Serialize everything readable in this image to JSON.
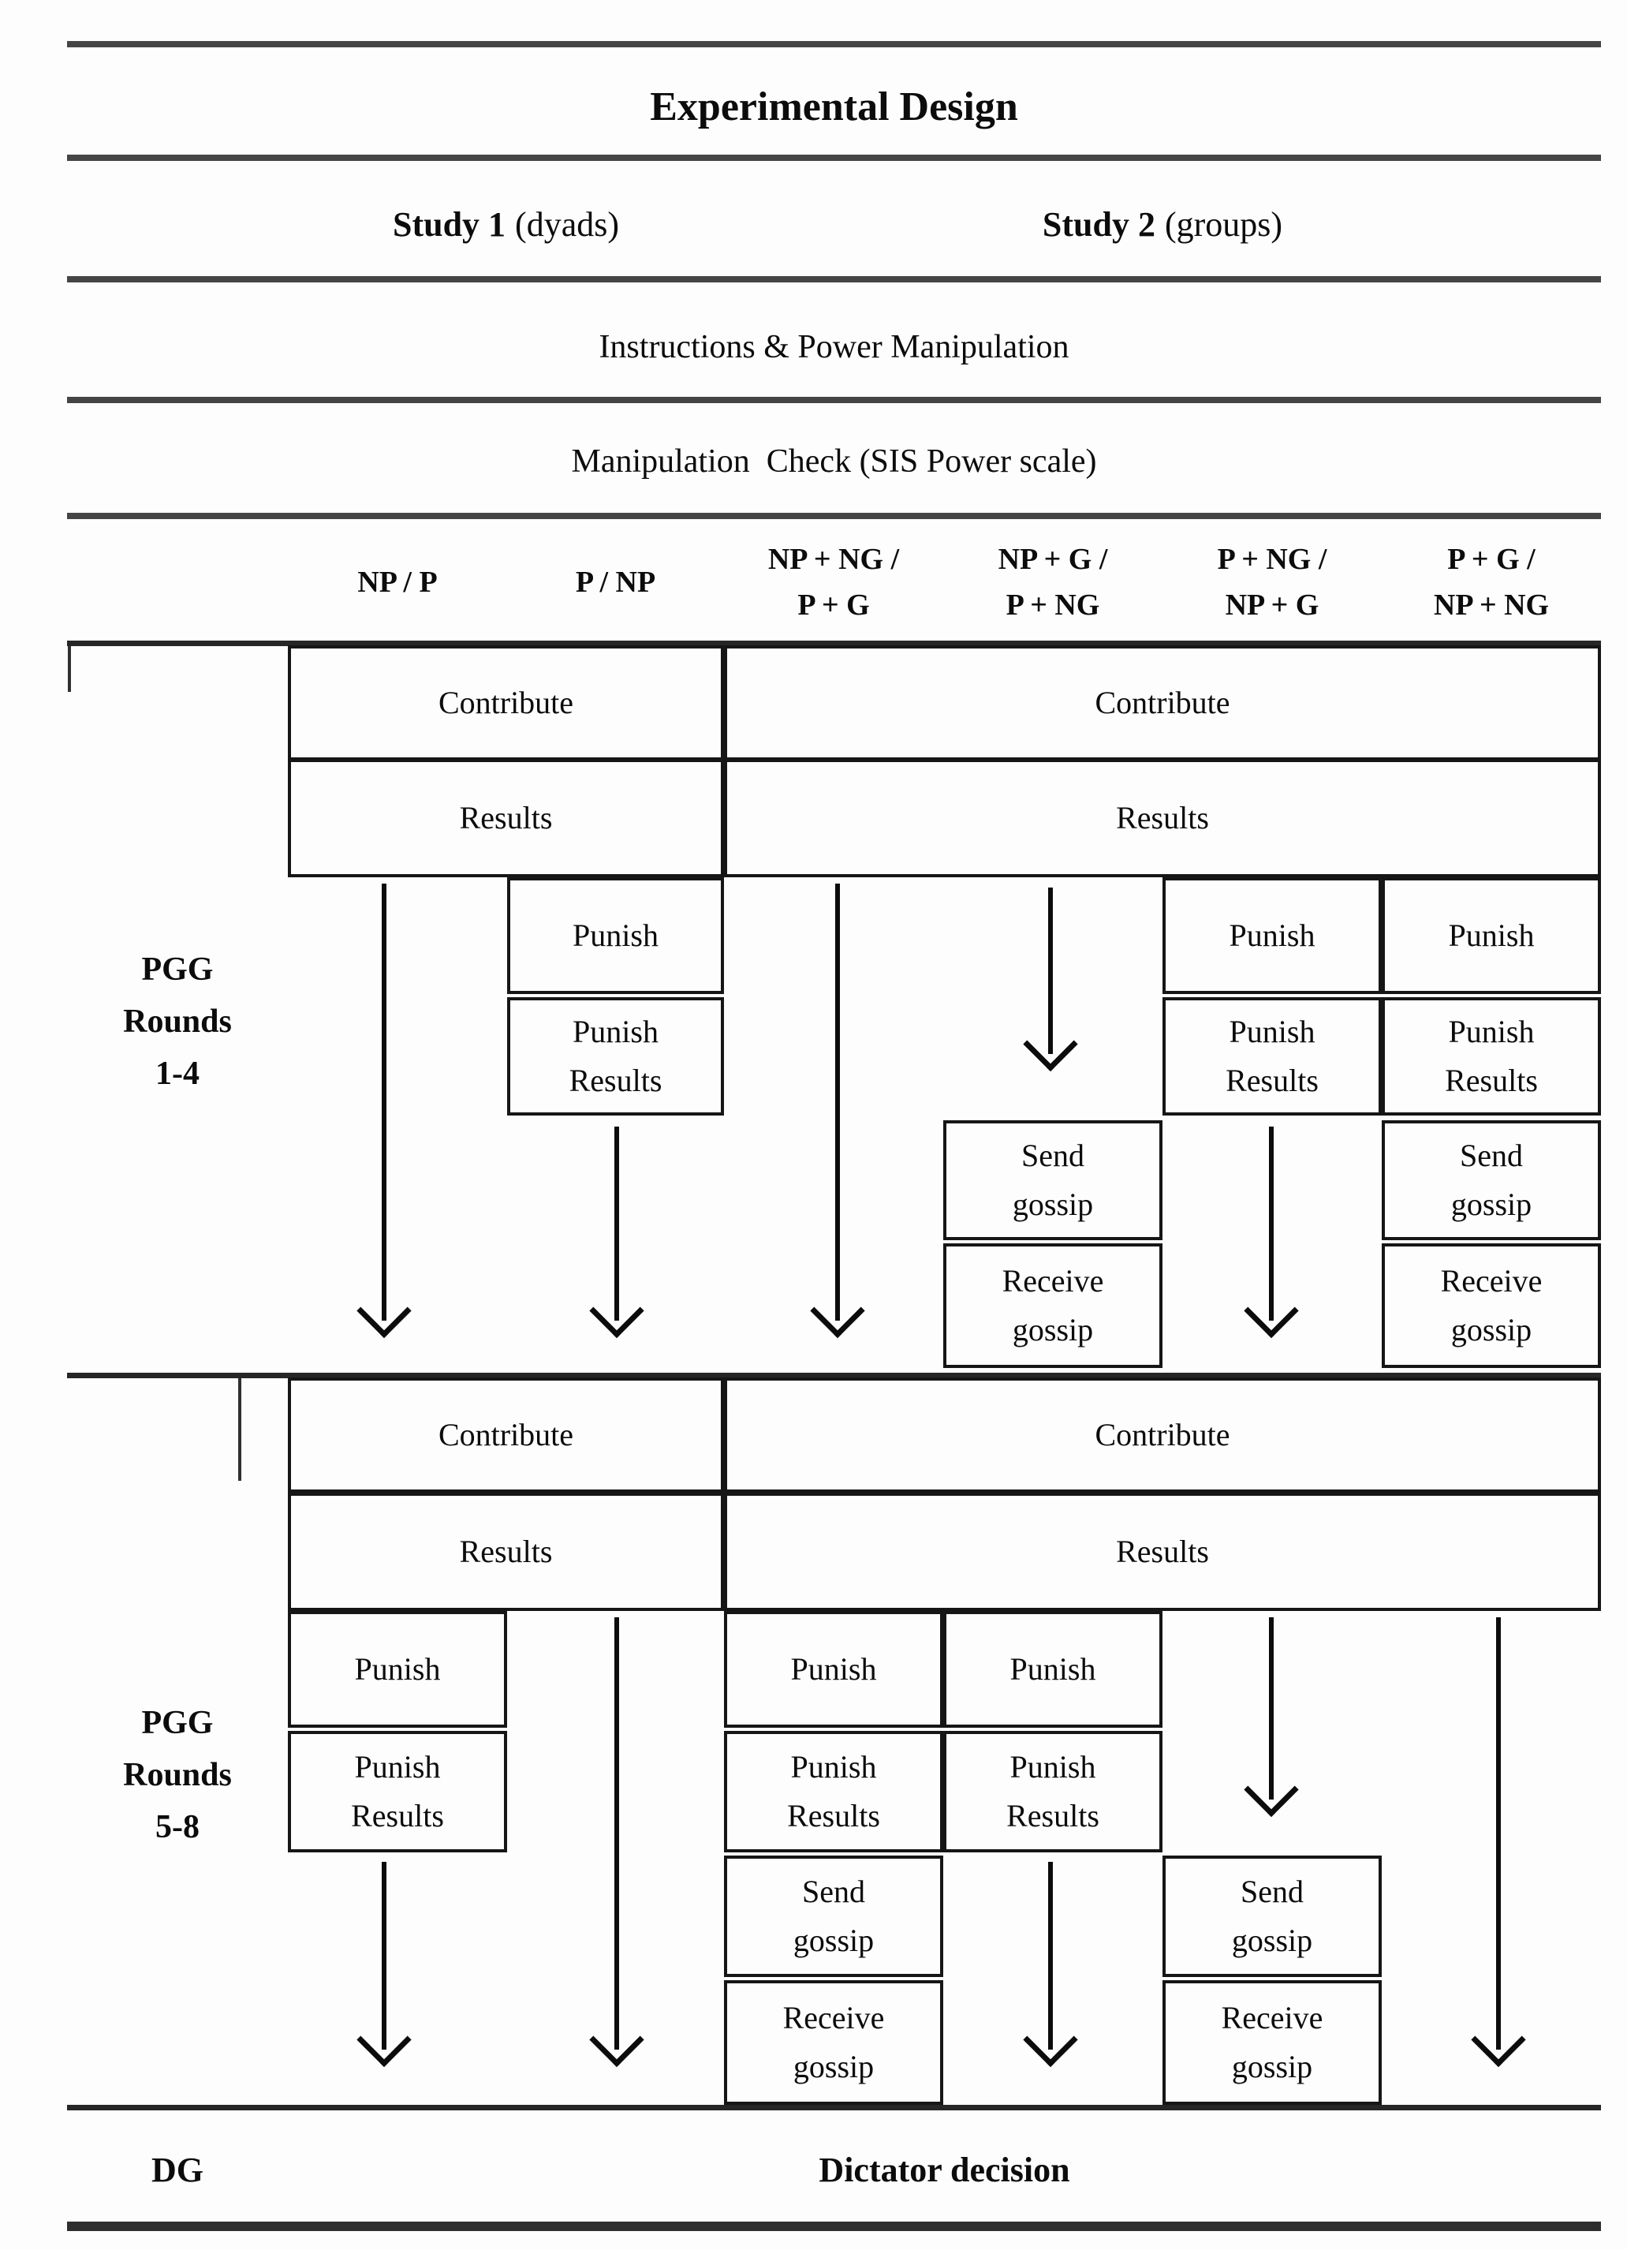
{
  "figure_title": "Experimental Design",
  "studies": {
    "study1": {
      "name": "Study 1",
      "type": "(dyads)"
    },
    "study2": {
      "name": "Study 2",
      "type": "(groups)"
    }
  },
  "phases": {
    "instructions": "Instructions & Power Manipulation",
    "manipulation_check": "Manipulation  Check (SIS Power scale)"
  },
  "conditions": [
    "NP / P",
    "P / NP",
    "NP + NG /\nP + G",
    "NP + G /\nP + NG",
    "P + NG /\nNP + G",
    "P + G /\nNP + NG"
  ],
  "sections": {
    "rounds_1_4": "PGG\nRounds\n1-4",
    "rounds_5_8": "PGG\nRounds\n5-8",
    "dg": "DG"
  },
  "steps": {
    "contribute": "Contribute",
    "results": "Results",
    "punish": "Punish",
    "punish_results": "Punish\nResults",
    "send_gossip": "Send\ngossip",
    "receive_gossip": "Receive\ngossip"
  },
  "dictator_decision": "Dictator decision",
  "colors": {
    "ink": "#0c0c0c",
    "rule_gray": "#454545",
    "grid_dark": "#262626",
    "background": "#fdfdfd"
  }
}
